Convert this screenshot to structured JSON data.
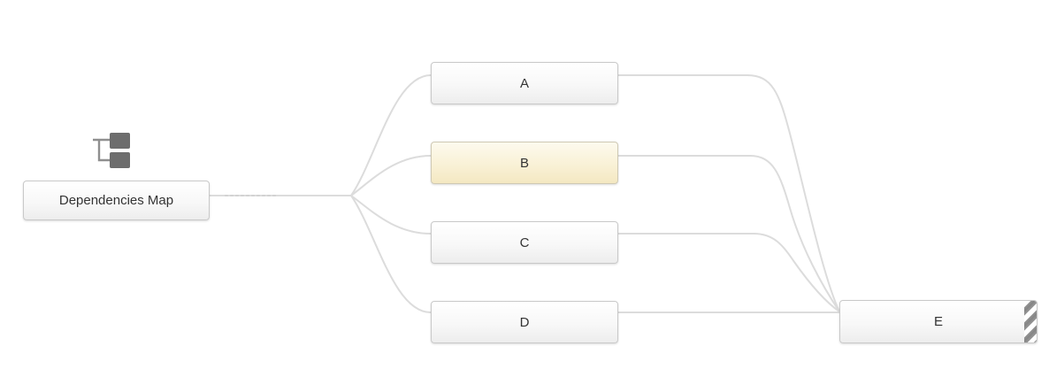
{
  "diagram": {
    "title": "Dependencies Map",
    "root": {
      "id": "root",
      "label": "Dependencies Map"
    },
    "nodes": [
      {
        "id": "A",
        "label": "A",
        "state": "default"
      },
      {
        "id": "B",
        "label": "B",
        "state": "highlighted"
      },
      {
        "id": "C",
        "label": "C",
        "state": "default"
      },
      {
        "id": "D",
        "label": "D",
        "state": "default"
      },
      {
        "id": "E",
        "label": "E",
        "state": "striped"
      }
    ],
    "edges": [
      {
        "from": "Dependencies Map",
        "to": "A"
      },
      {
        "from": "Dependencies Map",
        "to": "B"
      },
      {
        "from": "Dependencies Map",
        "to": "C"
      },
      {
        "from": "Dependencies Map",
        "to": "D"
      },
      {
        "from": "A",
        "to": "E"
      },
      {
        "from": "B",
        "to": "E"
      },
      {
        "from": "C",
        "to": "E"
      },
      {
        "from": "D",
        "to": "E"
      }
    ],
    "icons": [
      {
        "name": "sitemap-icon",
        "description": "hierarchy tree glyph above root node"
      }
    ],
    "colors": {
      "edge_line": "#dcdcdc",
      "node_border": "#c9c9c9",
      "node_fill_top": "#ffffff",
      "node_fill_bottom": "#ededed",
      "highlight_fill_top": "#fdfaee",
      "highlight_fill_bottom": "#f4e8c2",
      "stripe_gray": "#8e8e8e",
      "icon_gray": "#6d6d6d",
      "text": "#333333"
    }
  }
}
